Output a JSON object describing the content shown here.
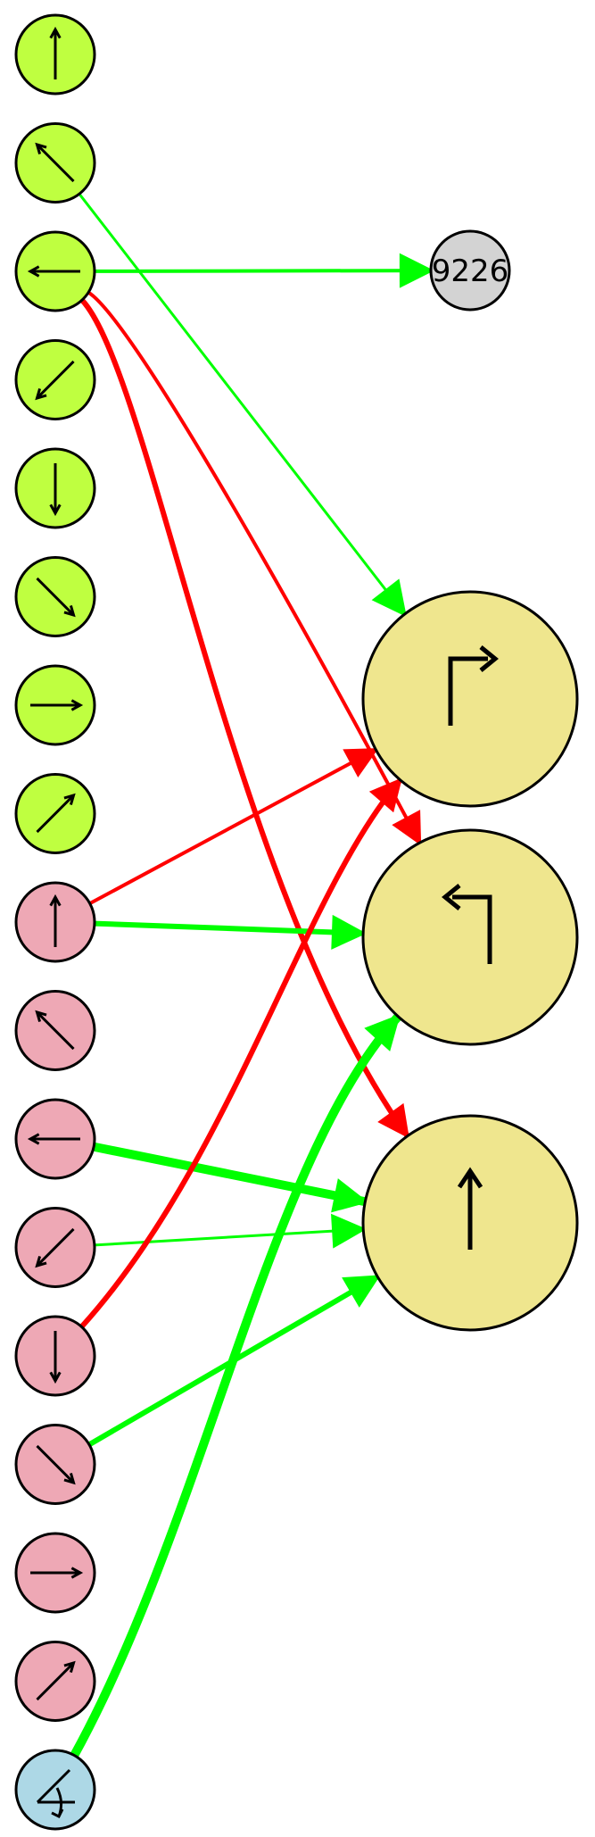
{
  "colors": {
    "input_a": "#bfff40",
    "input_b": "#eea8b5",
    "input_c": "#add8e6",
    "output": "#efe68e",
    "counter": "#d3d3d3",
    "excitatory": "#00ff00",
    "inhibitory": "#ff0000",
    "outline": "#000000"
  },
  "input_nodes": [
    {
      "group": "a",
      "icon": "arrow-up-icon"
    },
    {
      "group": "a",
      "icon": "arrow-up-left-icon"
    },
    {
      "group": "a",
      "icon": "arrow-left-icon"
    },
    {
      "group": "a",
      "icon": "arrow-down-left-icon"
    },
    {
      "group": "a",
      "icon": "arrow-down-icon"
    },
    {
      "group": "a",
      "icon": "arrow-down-right-icon"
    },
    {
      "group": "a",
      "icon": "arrow-right-icon"
    },
    {
      "group": "a",
      "icon": "arrow-up-right-icon"
    },
    {
      "group": "b",
      "icon": "arrow-up-icon"
    },
    {
      "group": "b",
      "icon": "arrow-up-left-icon"
    },
    {
      "group": "b",
      "icon": "arrow-left-icon"
    },
    {
      "group": "b",
      "icon": "arrow-down-left-icon"
    },
    {
      "group": "b",
      "icon": "arrow-down-icon"
    },
    {
      "group": "b",
      "icon": "arrow-down-right-icon"
    },
    {
      "group": "b",
      "icon": "arrow-right-icon"
    },
    {
      "group": "b",
      "icon": "arrow-up-right-icon"
    },
    {
      "group": "c",
      "icon": "angle-sensor-icon"
    }
  ],
  "output_nodes": [
    {
      "icon": "turn-right-icon"
    },
    {
      "icon": "turn-left-icon"
    },
    {
      "icon": "go-straight-icon"
    }
  ],
  "counter_node": {
    "label": "9226"
  },
  "connections": [
    {
      "from": "input-1",
      "to": "output-0",
      "sign": "excitatory",
      "weight": "thin"
    },
    {
      "from": "input-2",
      "to": "counter",
      "sign": "excitatory",
      "weight": "medium"
    },
    {
      "from": "input-2",
      "to": "output-1",
      "sign": "inhibitory",
      "weight": "medium"
    },
    {
      "from": "input-2",
      "to": "output-2",
      "sign": "inhibitory",
      "weight": "thick"
    },
    {
      "from": "input-8",
      "to": "output-0",
      "sign": "inhibitory",
      "weight": "medium"
    },
    {
      "from": "input-8",
      "to": "output-1",
      "sign": "excitatory",
      "weight": "thick"
    },
    {
      "from": "input-10",
      "to": "output-2",
      "sign": "excitatory",
      "weight": "heavy"
    },
    {
      "from": "input-11",
      "to": "output-2",
      "sign": "excitatory",
      "weight": "thin"
    },
    {
      "from": "input-12",
      "to": "output-0",
      "sign": "inhibitory",
      "weight": "thick"
    },
    {
      "from": "input-13",
      "to": "output-2",
      "sign": "excitatory",
      "weight": "thick"
    },
    {
      "from": "input-16",
      "to": "output-1",
      "sign": "excitatory",
      "weight": "heavy"
    }
  ]
}
